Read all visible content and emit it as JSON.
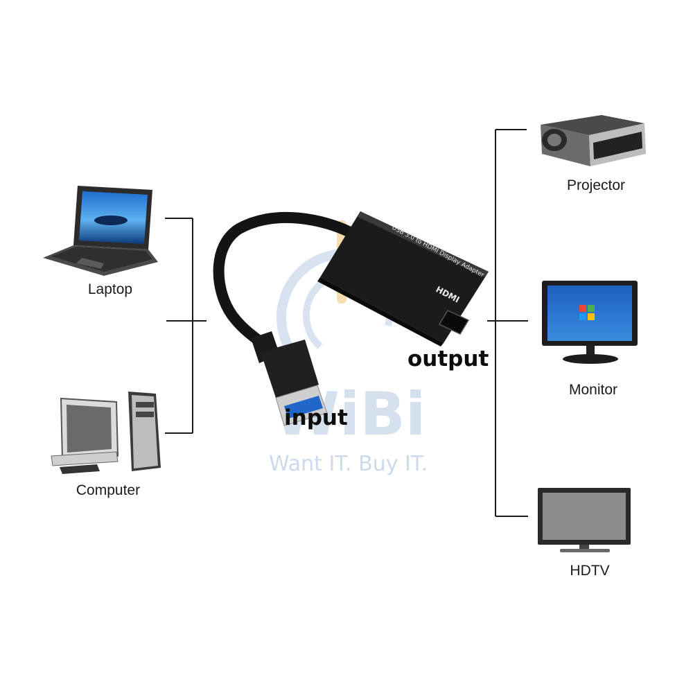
{
  "devices": {
    "laptop": {
      "label": "Laptop",
      "icon": "laptop-icon"
    },
    "computer": {
      "label": "Computer",
      "icon": "desktop-computer-icon"
    },
    "projector": {
      "label": "Projector",
      "icon": "projector-icon"
    },
    "monitor": {
      "label": "Monitor",
      "icon": "monitor-icon"
    },
    "hdtv": {
      "label": "HDTV",
      "icon": "tv-icon"
    }
  },
  "adapter": {
    "input_label": "input",
    "output_label": "output",
    "body_text": "USB 3.0 to HDMI Display Adapter",
    "port_text": "HDMI"
  },
  "watermark": {
    "brand": "WiBi",
    "tagline": "Want IT. Buy IT."
  },
  "colors": {
    "line": "#1a1a1a",
    "watermark": "#c8d6ea",
    "watermark_accent": "#f2c779",
    "adapter_body": "#1b1b1b"
  }
}
